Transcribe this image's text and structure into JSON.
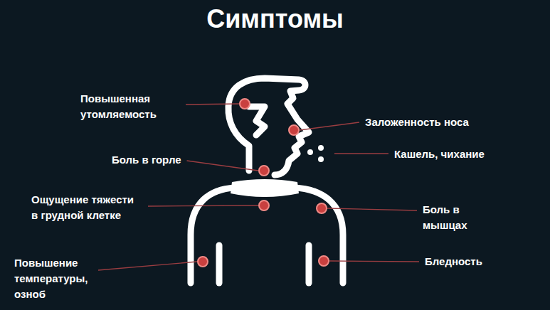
{
  "diagram": {
    "title": "Симптомы",
    "labels": [
      "Повышенная утомляемость",
      "Заложенность носа",
      "Кашель, чихание",
      "Боль в горле",
      "Ощущение тяжести в грудной клетке",
      "Боль в мышцах",
      "Повышение температуры, озноб",
      "Бледность"
    ]
  }
}
